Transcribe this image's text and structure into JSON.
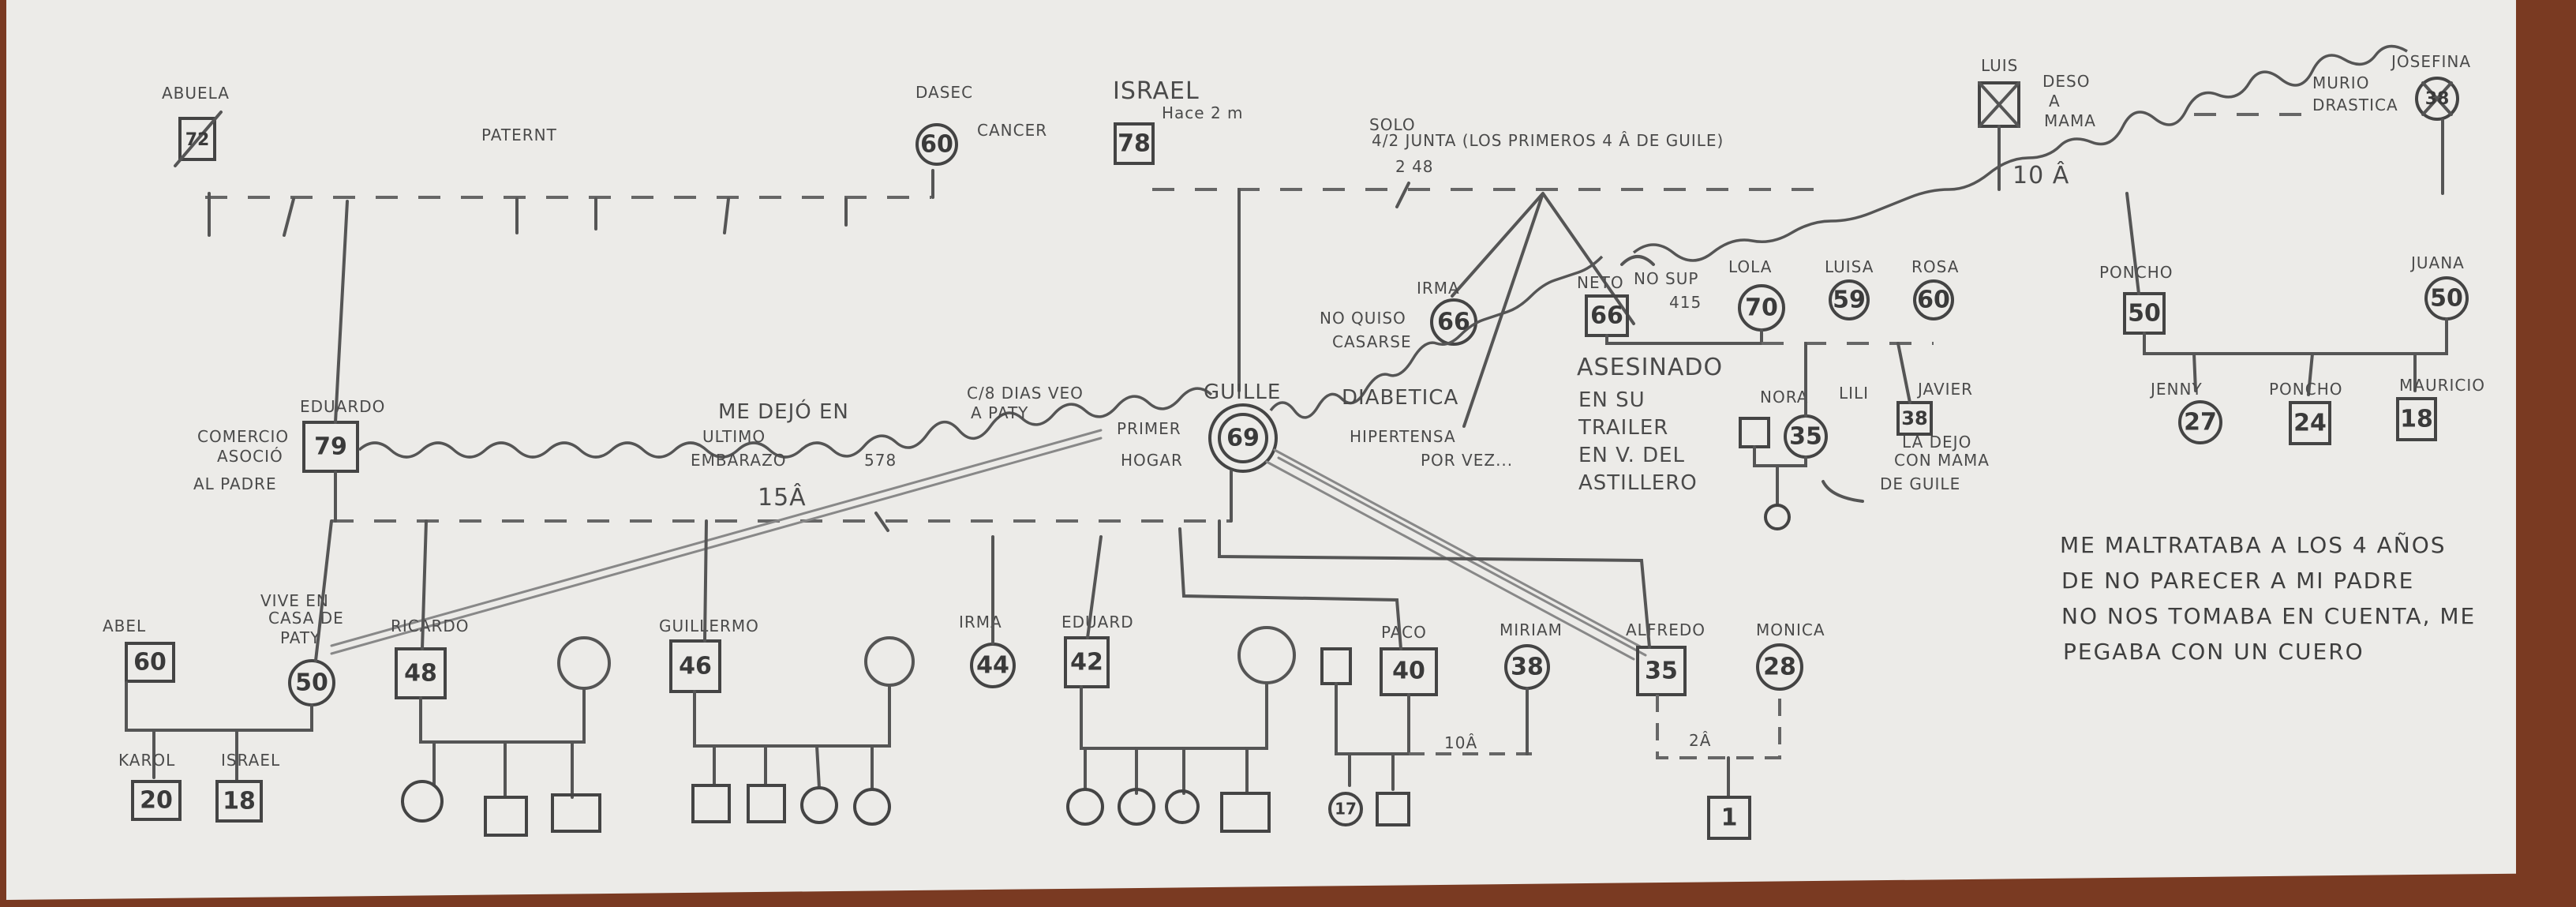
{
  "top": {
    "abuela": "ABUELA",
    "abuela_age": "72",
    "paternt": "PATERNT",
    "dasec": "DASEC",
    "dasec_age": "60",
    "cancer": "CANCER",
    "israel": "ISRAEL",
    "israel_age": "78",
    "hace": "Hace 2 m",
    "solo_1": "SOLO",
    "solo_2": "4/2 JUNTA (LOS PRIMEROS 4 Â DE GUILE)",
    "solo_3": "2 48",
    "luis": "LUIS",
    "deso_1": "DESO",
    "deso_2": "A",
    "deso_3": "MAMA",
    "josefina": "JOSEFINA",
    "murio_1": "MURIO",
    "murio_2": "DRASTICA",
    "josefina_age": "38",
    "diez_a": "10 Â"
  },
  "middle": {
    "irma": "IRMA",
    "irma_age": "66",
    "no_quiso_1": "NO QUISO",
    "no_quiso_2": "CASARSE",
    "neto": "NETO",
    "neto_age": "66",
    "no_sup_1": "NO SUP",
    "no_sup_2": "415",
    "lola": "LOLA",
    "lola_age": "70",
    "luisa": "LUISA",
    "luisa_age": "59",
    "rosa": "ROSA",
    "rosa_age": "60",
    "poncho": "PONCHO",
    "poncho_age": "50",
    "juana": "JUANA",
    "juana_age": "50",
    "asesinado_1": "ASESINADO",
    "asesinado_2": "EN SU",
    "asesinado_3": "TRAILER",
    "asesinado_4": "EN V. DEL",
    "asesinado_5": "ASTILLERO",
    "nora": "NORA",
    "nora_age": "35",
    "lili": "LILI",
    "javier": "JAVIER",
    "javier_age": "38",
    "la_dejo_1": "LA DEJO",
    "la_dejo_2": "CON MAMA",
    "la_dejo_3": "DE GUILE",
    "jenny": "JENNY",
    "jenny_age": "27",
    "poncho_jr": "PONCHO",
    "poncho_jr_age": "24",
    "mauricio": "MAURICIO",
    "mauricio_age": "18",
    "comercio_1": "COMERCIO",
    "comercio_2": "ASOCIÓ",
    "comercio_3": "AL PADRE",
    "eduardo": "EDUARDO",
    "eduardo_age": "79",
    "me_dejo_1": "ME DEJÓ EN",
    "me_dejo_2": "ULTIMO",
    "me_dejo_3": "EMBARAZO",
    "five78": "578",
    "quince": "15Â",
    "c8_1": "C/8 DIAS VEO",
    "c8_2": "A PATY",
    "primer_1": "PRIMER",
    "primer_2": "HOGAR",
    "guille": "GUILLE",
    "guille_age": "69",
    "diabetica_1": "DIABETICA",
    "diabetica_2": "HIPERTENSA",
    "diabetica_3": "POR VEZ..."
  },
  "bottom": {
    "abel": "ABEL",
    "abel_age": "60",
    "vive_1": "VIVE EN",
    "vive_2": "CASA DE",
    "paty": "PATY",
    "paty_age": "50",
    "ricardo": "RICARDO",
    "ricardo_age": "48",
    "guillermo": "GUILLERMO",
    "guillermo_age": "46",
    "irma2": "IRMA",
    "irma2_age": "44",
    "eduardo2": "EDUARD",
    "eduardo2_age": "42",
    "paco": "PACO",
    "paco_age": "40",
    "miriam": "MIRIAM",
    "miriam_age": "38",
    "alfredo": "ALFREDO",
    "alfredo_age": "35",
    "monica": "MONICA",
    "monica_age": "28",
    "karol": "KAROL",
    "karol_age": "20",
    "israel2": "ISRAEL",
    "israel2_age": "18",
    "paco_child_age": "17",
    "ten_a": "10Â",
    "two_a": "2Â",
    "alfredo_child_age": "1"
  },
  "note": {
    "line1": "ME MALTRATABA A LOS 4 AÑOS",
    "line2": "DE NO PARECER A MI PADRE",
    "line3": "NO NOS TOMABA EN CUENTA, ME",
    "line4": "PEGABA CON UN CUERO"
  }
}
